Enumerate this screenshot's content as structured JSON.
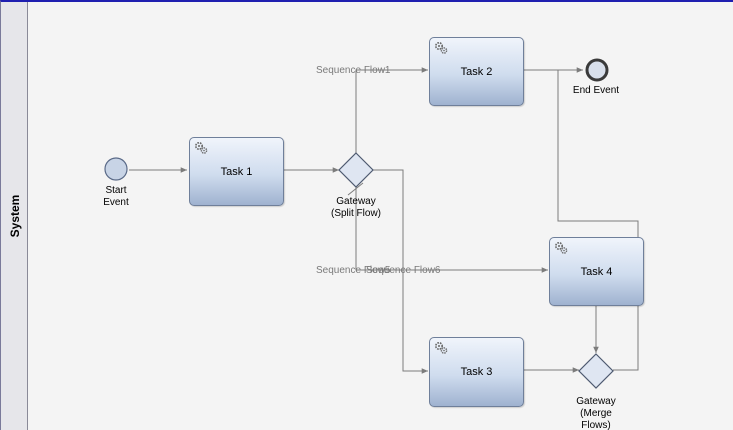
{
  "lane": {
    "label": "System"
  },
  "tasks": {
    "task1": "Task 1",
    "task2": "Task 2",
    "task3": "Task 3",
    "task4": "Task 4"
  },
  "events": {
    "start": "Start\nEvent",
    "end": "End Event"
  },
  "gateways": {
    "split": "Gateway\n(Split Flow)",
    "merge": "Gateway\n(Merge\nFlows)"
  },
  "flows": {
    "flow1": "Sequence Flow1",
    "flow5": "Sequence Flow5",
    "flow6": "Sequence Flow6"
  },
  "icons": {
    "task_icon": "gear-icon"
  },
  "colors": {
    "lane_border": "#1f1fb0",
    "edge": "#7c7c7c",
    "task_fill_top": "#f0f4fb",
    "task_fill_bottom": "#9fb2d0"
  }
}
